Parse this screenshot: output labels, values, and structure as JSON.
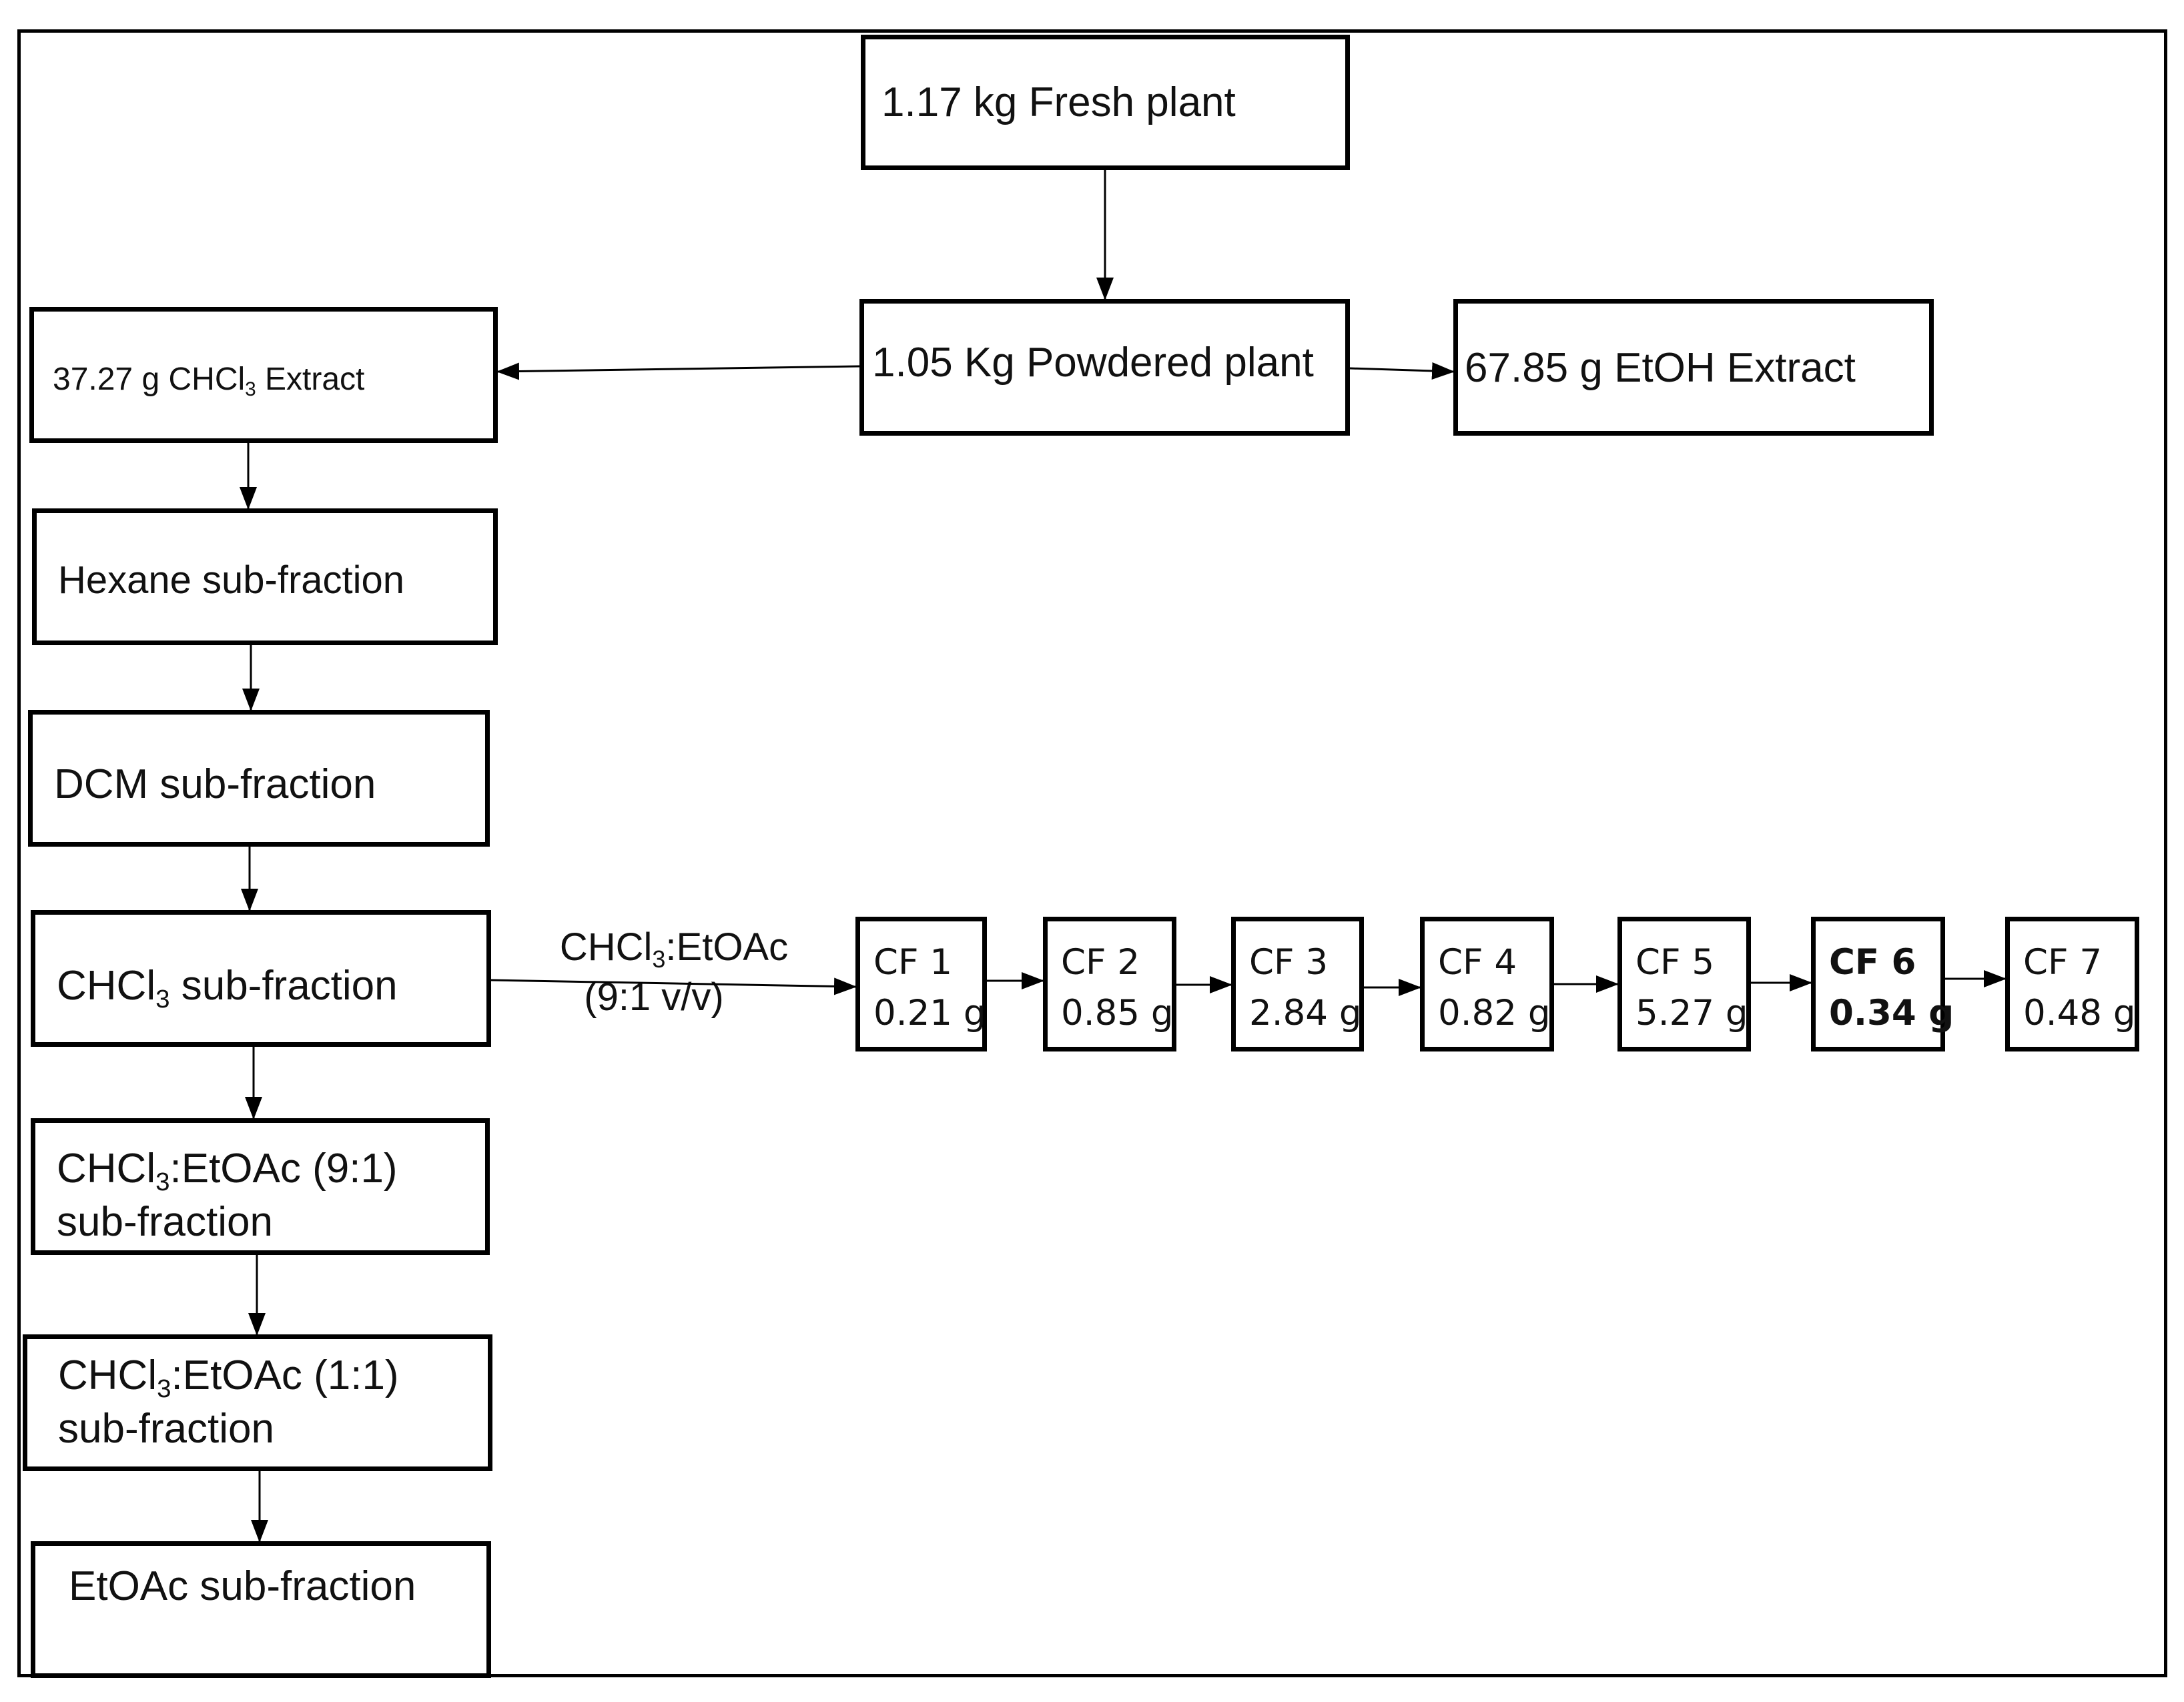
{
  "nodes": {
    "fresh_plant": "1.17 kg Fresh plant",
    "powdered_plant": "1.05 Kg Powdered plant",
    "etoh_extract": "67.85 g EtOH Extract",
    "chcl3_extract": {
      "pre": "37.27 g CHCl",
      "sub": "3",
      "post": " Extract"
    },
    "hexane": "Hexane sub-fraction",
    "dcm": "DCM sub-fraction",
    "chcl3_sub": {
      "pre": "CHCl",
      "sub": "3",
      "post": " sub-fraction"
    },
    "chcl3_etoac_91": {
      "pre": "CHCl",
      "sub": "3",
      "post": ":EtOAc (9:1)",
      "line2": "sub-fraction"
    },
    "chcl3_etoac_11": {
      "pre": "CHCl",
      "sub": "3",
      "post": ":EtOAc (1:1)",
      "line2": "sub-fraction"
    },
    "etoac": "EtOAc sub-fraction"
  },
  "edge_label": {
    "pre": "CHCl",
    "sub": "3",
    "post": ":EtOAc",
    "line2": "(9:1 v/v)"
  },
  "fractions": [
    {
      "name": "CF 1",
      "mass": "0.21 g",
      "bold": false
    },
    {
      "name": "CF 2",
      "mass": "0.85 g",
      "bold": false
    },
    {
      "name": "CF 3",
      "mass": "2.84 g",
      "bold": false
    },
    {
      "name": "CF 4",
      "mass": "0.82 g",
      "bold": false
    },
    {
      "name": "CF 5",
      "mass": "5.27 g",
      "bold": false
    },
    {
      "name": "CF 6",
      "mass": "0.34 g",
      "bold": true
    },
    {
      "name": "CF 7",
      "mass": "0.48 g",
      "bold": false
    }
  ]
}
